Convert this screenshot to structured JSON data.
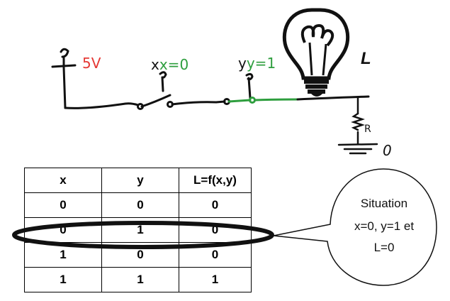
{
  "circuit": {
    "voltage_label": "5V",
    "x_label": "x=0",
    "y_label": "y=1",
    "lamp_label": "L",
    "resistor_label": "R",
    "ground_label": "0",
    "colors": {
      "voltage": "#e53935",
      "switch_value": "#2e9e3e",
      "wire_active": "#2e9e3e",
      "ink": "#111111"
    }
  },
  "truth_table": {
    "headers": [
      "x",
      "y",
      "L=f(x,y)"
    ],
    "rows": [
      [
        "0",
        "0",
        "0"
      ],
      [
        "0",
        "1",
        "0"
      ],
      [
        "1",
        "0",
        "0"
      ],
      [
        "1",
        "1",
        "1"
      ]
    ],
    "highlighted_row": 1
  },
  "callout": {
    "line1": "Situation",
    "line2": "x=0, y=1 et",
    "line3": "L=0"
  }
}
